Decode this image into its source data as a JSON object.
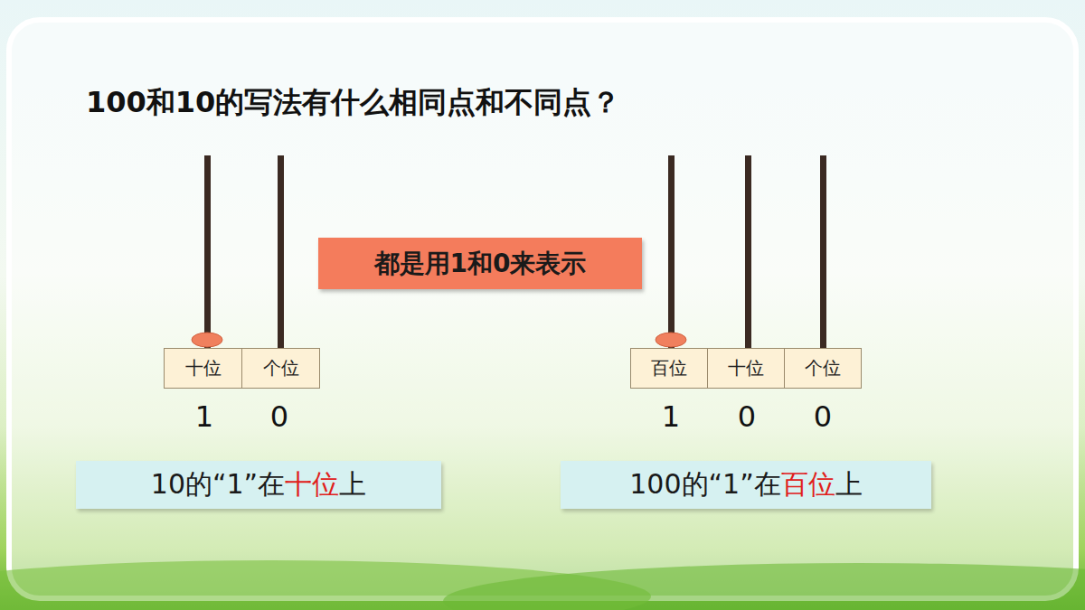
{
  "diagram": {
    "title": "100和10的写法有什么相同点和不同点？",
    "nodes": [
      {
        "text": [
          "都是用1和0来表示"
        ]
      },
      {
        "text": [
          "十位"
        ]
      },
      {
        "text": [
          "个位"
        ]
      },
      {
        "text": [
          "百位"
        ]
      },
      {
        "text": [
          "十位"
        ]
      },
      {
        "text": [
          "个位"
        ]
      },
      {
        "text": [
          "10的“1”在十位上"
        ]
      },
      {
        "text": [
          "100的“1”在百位上"
        ]
      }
    ],
    "labels": [
      "1",
      "0",
      "1",
      "0",
      "0"
    ]
  }
}
